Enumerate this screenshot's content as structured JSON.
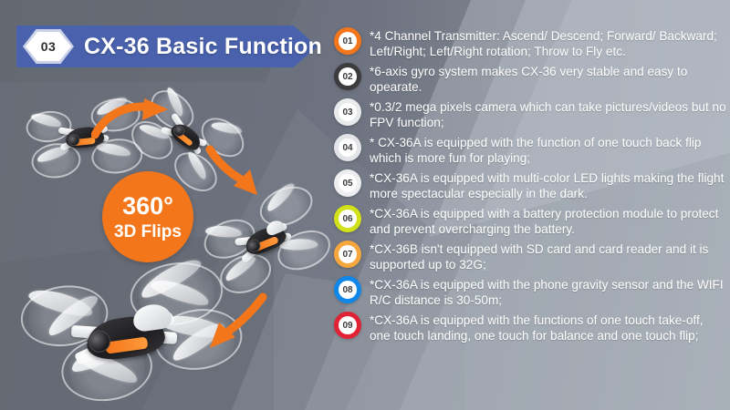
{
  "banner": {
    "number": "03",
    "title": "CX-36 Basic Function"
  },
  "flip_circle": {
    "degrees": "360°",
    "label": "3D Flips"
  },
  "features": [
    {
      "number": "01",
      "color": "#f4761b",
      "text": "*4 Channel Transmitter: Ascend/ Descend; Forward/ Backward; Left/Right; Left/Right rotation; Throw to Fly etc."
    },
    {
      "number": "02",
      "color": "#3c3c3e",
      "text": "*6-axis gyro system makes CX-36 very stable and easy to opearate."
    },
    {
      "number": "03",
      "color": "#e8eaec",
      "text": "*0.3/2 mega pixels camera which can take pictures/videos but no FPV function;"
    },
    {
      "number": "04",
      "color": "#e2e4e7",
      "text": "* CX-36A is equipped with the function of one touch back flip which is more fun for playing;"
    },
    {
      "number": "05",
      "color": "#eceef0",
      "text": "*CX-36A is equipped with multi-color LED lights making the flight more spectacular especially in the dark."
    },
    {
      "number": "06",
      "color": "#d2e219",
      "text": "*CX-36A is equipped with a battery protection module to protect and prevent overcharging the battery."
    },
    {
      "number": "07",
      "color": "#f5a63c",
      "text": "*CX-36B isn't equipped with SD card and card reader and it is supported up to 32G;"
    },
    {
      "number": "08",
      "color": "#0f87e8",
      "text": "*CX-36A is equipped with the phone gravity sensor and the WIFI R/C distance is 30-50m;"
    },
    {
      "number": "09",
      "color": "#e02235",
      "text": "*CX-36A is equipped with the functions of one touch take-off, one touch landing, one touch for balance and one touch flip;"
    }
  ],
  "illustration": {
    "drone_alt_top_left": "quadcopter-drone",
    "drone_alt_top_right": "quadcopter-drone-tilted",
    "drone_alt_middle": "quadcopter-drone-rolling",
    "drone_alt_bottom": "quadcopter-drone-large",
    "arrow_1": "curved-arrow-right",
    "arrow_2": "curved-arrow-down-right",
    "arrow_3": "curved-arrow-down-left"
  },
  "colors": {
    "banner_blue": "#4a62ad",
    "accent_orange": "#f4761b",
    "text_white": "#ffffff"
  }
}
